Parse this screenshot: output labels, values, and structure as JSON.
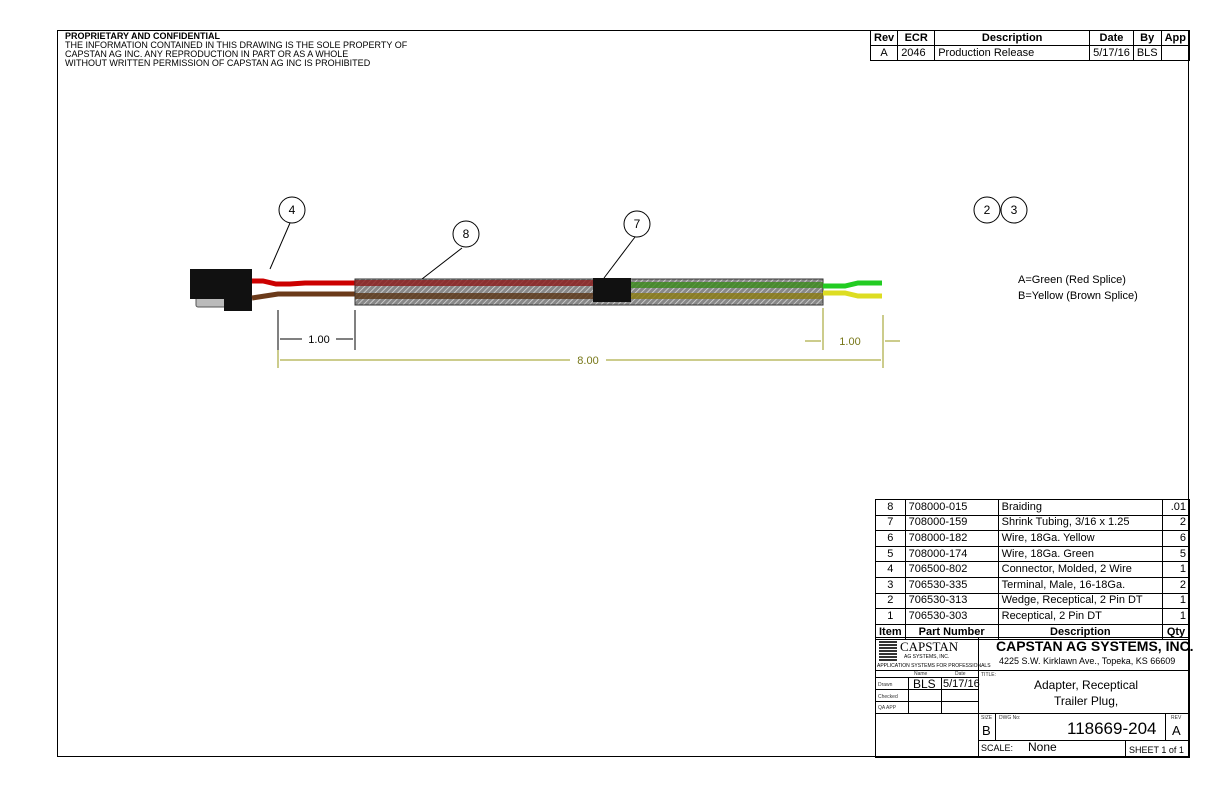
{
  "notice": {
    "title": "PROPRIETARY AND CONFIDENTIAL",
    "lines": [
      "THE INFORMATION CONTAINED IN THIS DRAWING IS THE SOLE PROPERTY OF",
      "CAPSTAN AG INC. ANY REPRODUCTION IN PART OR AS A WHOLE",
      "WITHOUT WRITTEN PERMISSION OF CAPSTAN AG INC IS PROHIBITED"
    ]
  },
  "revisions": {
    "headers": [
      "Rev",
      "ECR",
      "Description",
      "Date",
      "By",
      "App"
    ],
    "rows": [
      [
        "A",
        "2046",
        "Production Release",
        "5/17/16",
        "BLS",
        ""
      ]
    ]
  },
  "balloons": [
    "4",
    "8",
    "7",
    "2",
    "3"
  ],
  "dimensions": [
    "1.00",
    "8.00",
    "1.00"
  ],
  "notes": [
    "A=Green (Red Splice)",
    "B=Yellow (Brown Splice)"
  ],
  "bom": {
    "headers": [
      "Item",
      "Part Number",
      "Description",
      "Qty"
    ],
    "rows": [
      [
        "8",
        "708000-015",
        "Braiding",
        ".01"
      ],
      [
        "7",
        "708000-159",
        "Shrink Tubing, 3/16 x 1.25",
        "2"
      ],
      [
        "6",
        "708000-182",
        "Wire, 18Ga. Yellow",
        "6"
      ],
      [
        "5",
        "708000-174",
        "Wire, 18Ga. Green",
        "5"
      ],
      [
        "4",
        "706500-802",
        "Connector, Molded, 2 Wire",
        "1"
      ],
      [
        "3",
        "706530-335",
        "Terminal, Male, 16-18Ga.",
        "2"
      ],
      [
        "2",
        "706530-313",
        "Wedge, Receptical, 2 Pin DT",
        "1"
      ],
      [
        "1",
        "706530-303",
        "Receptical, 2 Pin DT",
        "1"
      ]
    ]
  },
  "title_block": {
    "logo": {
      "name": "CAPSTAN",
      "sub": "AG SYSTEMS, INC.",
      "tagline": "APPLICATION SYSTEMS FOR PROFESSIONALS"
    },
    "company": "CAPSTAN AG SYSTEMS, INC.",
    "address": "4225 S.W. Kirklawn Ave., Topeka, KS 66609",
    "name_label": "Name",
    "date_label": "Date",
    "drawn_label": "Drawn",
    "checked_label": "Checked",
    "qa_label": "QA APP",
    "drawn_name": "BLS",
    "drawn_date": "5/17/16",
    "title_label": "TITLE:",
    "title_line1": "Adapter, Receptical",
    "title_line2": "Trailer Plug,",
    "size_label": "SIZE",
    "size": "B",
    "dwg_label": "DWG No:",
    "dwg_no": "118669-204",
    "rev_label": "REV",
    "rev": "A",
    "scale_label": "SCALE:",
    "scale": "None",
    "sheet": "SHEET 1 of 1"
  }
}
